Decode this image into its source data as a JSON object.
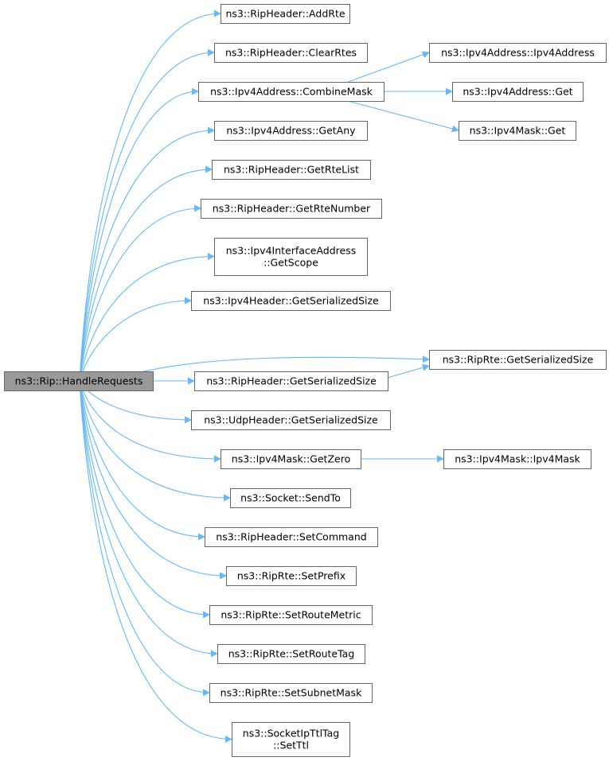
{
  "graph": {
    "colors": {
      "edge": "#63b8ff",
      "node_border": "#666666",
      "root_fill": "#999999",
      "node_fill": "#ffffff"
    },
    "root": {
      "id": "handle_requests",
      "label": "ns3::Rip::HandleRequests"
    },
    "nodes": [
      {
        "id": "add_rte",
        "label": "ns3::RipHeader::AddRte"
      },
      {
        "id": "clear_rtes",
        "label": "ns3::RipHeader::ClearRtes"
      },
      {
        "id": "combine_mask",
        "label": "ns3::Ipv4Address::CombineMask"
      },
      {
        "id": "ipv4address_ctor",
        "label": "ns3::Ipv4Address::Ipv4Address"
      },
      {
        "id": "ipv4address_get",
        "label": "ns3::Ipv4Address::Get"
      },
      {
        "id": "ipv4mask_get",
        "label": "ns3::Ipv4Mask::Get"
      },
      {
        "id": "get_any",
        "label": "ns3::Ipv4Address::GetAny"
      },
      {
        "id": "get_rte_list",
        "label": "ns3::RipHeader::GetRteList"
      },
      {
        "id": "get_rte_number",
        "label": "ns3::RipHeader::GetRteNumber"
      },
      {
        "id": "get_scope",
        "label": "ns3::Ipv4InterfaceAddress\n::GetScope"
      },
      {
        "id": "ipv4header_size",
        "label": "ns3::Ipv4Header::GetSerializedSize"
      },
      {
        "id": "riprte_size",
        "label": "ns3::RipRte::GetSerializedSize"
      },
      {
        "id": "ripheader_size",
        "label": "ns3::RipHeader::GetSerializedSize"
      },
      {
        "id": "udpheader_size",
        "label": "ns3::UdpHeader::GetSerializedSize"
      },
      {
        "id": "get_zero",
        "label": "ns3::Ipv4Mask::GetZero"
      },
      {
        "id": "ipv4mask_ctor",
        "label": "ns3::Ipv4Mask::Ipv4Mask"
      },
      {
        "id": "send_to",
        "label": "ns3::Socket::SendTo"
      },
      {
        "id": "set_command",
        "label": "ns3::RipHeader::SetCommand"
      },
      {
        "id": "set_prefix",
        "label": "ns3::RipRte::SetPrefix"
      },
      {
        "id": "set_route_metric",
        "label": "ns3::RipRte::SetRouteMetric"
      },
      {
        "id": "set_route_tag",
        "label": "ns3::RipRte::SetRouteTag"
      },
      {
        "id": "set_subnet_mask",
        "label": "ns3::RipRte::SetSubnetMask"
      },
      {
        "id": "set_ttl",
        "label": "ns3::SocketIpTtlTag\n::SetTtl"
      }
    ],
    "edges": [
      {
        "from": "handle_requests",
        "to": "add_rte"
      },
      {
        "from": "handle_requests",
        "to": "clear_rtes"
      },
      {
        "from": "handle_requests",
        "to": "combine_mask"
      },
      {
        "from": "handle_requests",
        "to": "get_any"
      },
      {
        "from": "handle_requests",
        "to": "get_rte_list"
      },
      {
        "from": "handle_requests",
        "to": "get_rte_number"
      },
      {
        "from": "handle_requests",
        "to": "get_scope"
      },
      {
        "from": "handle_requests",
        "to": "ipv4header_size"
      },
      {
        "from": "handle_requests",
        "to": "riprte_size"
      },
      {
        "from": "handle_requests",
        "to": "ripheader_size"
      },
      {
        "from": "handle_requests",
        "to": "udpheader_size"
      },
      {
        "from": "handle_requests",
        "to": "get_zero"
      },
      {
        "from": "handle_requests",
        "to": "send_to"
      },
      {
        "from": "handle_requests",
        "to": "set_command"
      },
      {
        "from": "handle_requests",
        "to": "set_prefix"
      },
      {
        "from": "handle_requests",
        "to": "set_route_metric"
      },
      {
        "from": "handle_requests",
        "to": "set_route_tag"
      },
      {
        "from": "handle_requests",
        "to": "set_subnet_mask"
      },
      {
        "from": "handle_requests",
        "to": "set_ttl"
      },
      {
        "from": "combine_mask",
        "to": "ipv4address_ctor"
      },
      {
        "from": "combine_mask",
        "to": "ipv4address_get"
      },
      {
        "from": "combine_mask",
        "to": "ipv4mask_get"
      },
      {
        "from": "ripheader_size",
        "to": "riprte_size"
      },
      {
        "from": "get_zero",
        "to": "ipv4mask_ctor"
      }
    ]
  }
}
